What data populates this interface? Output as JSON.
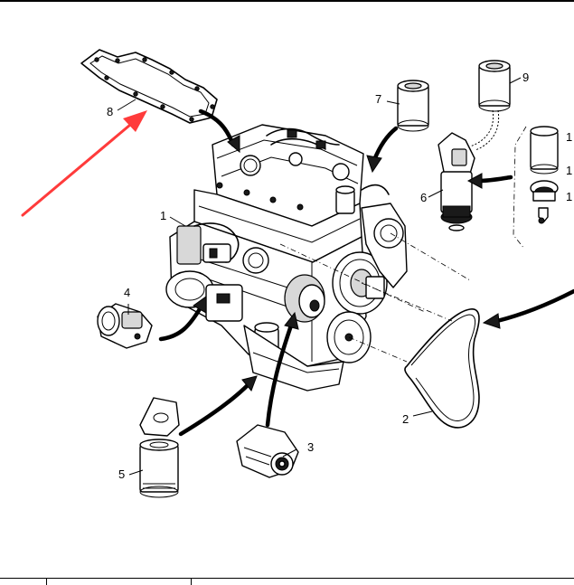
{
  "diagram": {
    "callouts": [
      {
        "id": "c1",
        "text": "1"
      },
      {
        "id": "c2",
        "text": "2"
      },
      {
        "id": "c3",
        "text": "3"
      },
      {
        "id": "c4",
        "text": "4"
      },
      {
        "id": "c5",
        "text": "5"
      },
      {
        "id": "c6",
        "text": "6"
      },
      {
        "id": "c7",
        "text": "7"
      },
      {
        "id": "c8",
        "text": "8"
      },
      {
        "id": "c9",
        "text": "9"
      },
      {
        "id": "c10",
        "text": "1"
      },
      {
        "id": "c11",
        "text": "1"
      },
      {
        "id": "c12",
        "text": "1"
      }
    ]
  },
  "colors": {
    "line": "#000000",
    "background": "#ffffff",
    "highlight_arrow": "#ff3b3b"
  }
}
